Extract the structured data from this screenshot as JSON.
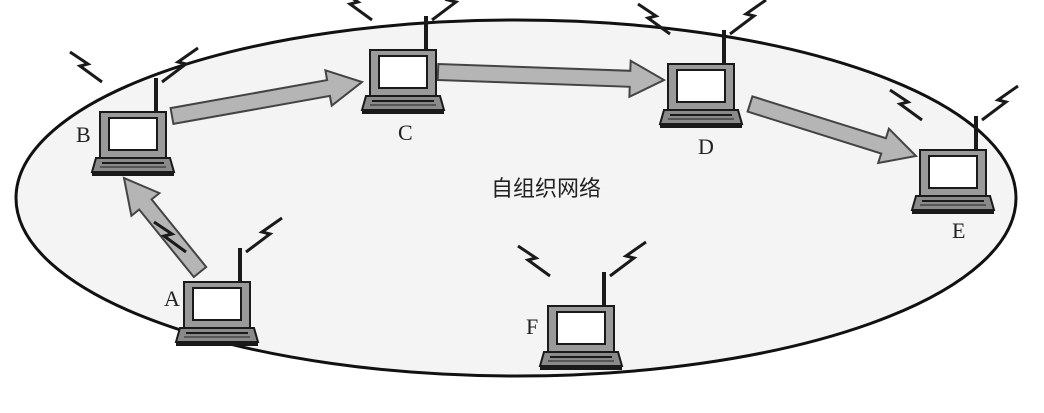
{
  "network_label": "自组织网络",
  "nodes": [
    {
      "id": "A",
      "label": "A"
    },
    {
      "id": "B",
      "label": "B"
    },
    {
      "id": "C",
      "label": "C"
    },
    {
      "id": "D",
      "label": "D"
    },
    {
      "id": "E",
      "label": "E"
    },
    {
      "id": "F",
      "label": "F"
    }
  ],
  "edges": [
    {
      "from": "A",
      "to": "B"
    },
    {
      "from": "B",
      "to": "C"
    },
    {
      "from": "C",
      "to": "D"
    },
    {
      "from": "D",
      "to": "E"
    }
  ],
  "colors": {
    "ellipse_fill": "#f4f4f4",
    "ellipse_stroke": "#111111",
    "arrow_fill": "#b5b5b5",
    "arrow_stroke": "#444444",
    "laptop_body": "#9a9a9a",
    "laptop_screen": "#ffffff",
    "laptop_dark": "#1a1a1a"
  },
  "icons": {
    "node": "laptop-icon",
    "signal": "radio-signal-icon"
  }
}
